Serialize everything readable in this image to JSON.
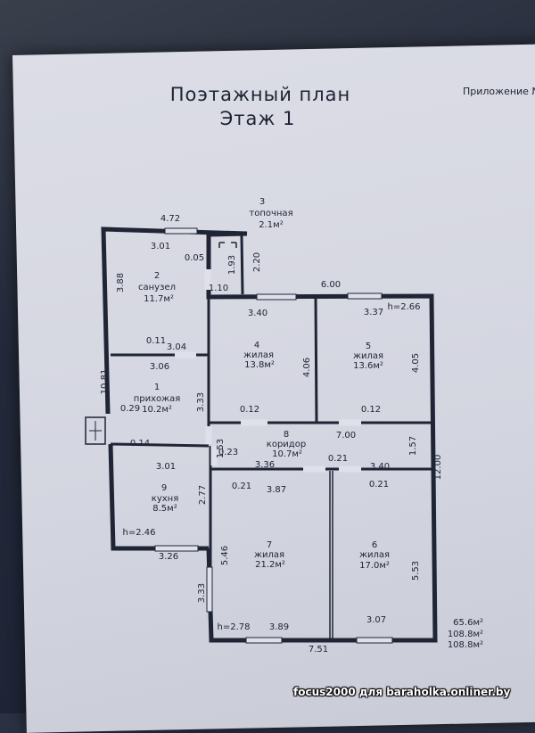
{
  "document": {
    "title_line1": "Поэтажный план",
    "title_line2": "Этаж 1",
    "appendix_label": "Приложение №"
  },
  "rooms": [
    {
      "id": "1",
      "name": "прихожая",
      "area": "10.2м²"
    },
    {
      "id": "2",
      "name": "санузел",
      "area": "11.7м²"
    },
    {
      "id": "3",
      "name": "топочная",
      "area": "2.1м²"
    },
    {
      "id": "4",
      "name": "жилая",
      "area": "13.8м²"
    },
    {
      "id": "5",
      "name": "жилая",
      "area": "13.6м²"
    },
    {
      "id": "6",
      "name": "жилая",
      "area": "17.0м²"
    },
    {
      "id": "7",
      "name": "жилая",
      "area": "21.2м²"
    },
    {
      "id": "8",
      "name": "коридор",
      "area": "10.7м²"
    },
    {
      "id": "9",
      "name": "кухня",
      "area": "8.5м²"
    }
  ],
  "dimensions": {
    "d_4_72": "4.72",
    "d_3_01_top": "3.01",
    "d_0_05": "0.05",
    "d_1_93": "1.93",
    "d_2_20": "2.20",
    "d_3_88": "3.88",
    "d_1_10": "1.10",
    "d_6_00": "6.00",
    "d_3_40_r4": "3.40",
    "d_3_37": "3.37",
    "h_2_66": "h=2.66",
    "d_0_11": "0.11",
    "d_3_04": "3.04",
    "d_3_06": "3.06",
    "d_10_81": "10.81",
    "d_4_06": "4.06",
    "d_4_05": "4.05",
    "d_3_33_mid": "3.33",
    "d_0_29": "0.29",
    "d_0_12_a": "0.12",
    "d_0_12_b": "0.12",
    "d_7_00": "7.00",
    "d_1_57": "1.57",
    "d_0_14": "0.14",
    "d_1_53": "1.53",
    "d_0_23": "0.23",
    "d_0_21_a": "0.21",
    "d_3_36": "3.36",
    "d_3_40_r6": "3.40",
    "d_3_01_mid": "3.01",
    "d_0_21_b": "0.21",
    "d_3_87": "3.87",
    "d_0_21_c": "0.21",
    "d_12_00": "12.00",
    "d_2_77": "2.77",
    "h_2_46": "h=2.46",
    "d_3_26": "3.26",
    "d_5_46": "5.46",
    "d_5_53": "5.53",
    "d_3_33_low": "3.33",
    "h_2_78": "h=2.78",
    "d_3_89": "3.89",
    "d_3_07": "3.07",
    "d_7_51": "7.51"
  },
  "totals": {
    "line1": "65.6м²",
    "line2": "108.8м²",
    "line3": "108.8м²"
  },
  "watermark": "focus2000 для baraholka.onliner.by",
  "colors": {
    "paper": "#d6d8e2",
    "ink": "#1f2535",
    "background": "#2a3142"
  }
}
